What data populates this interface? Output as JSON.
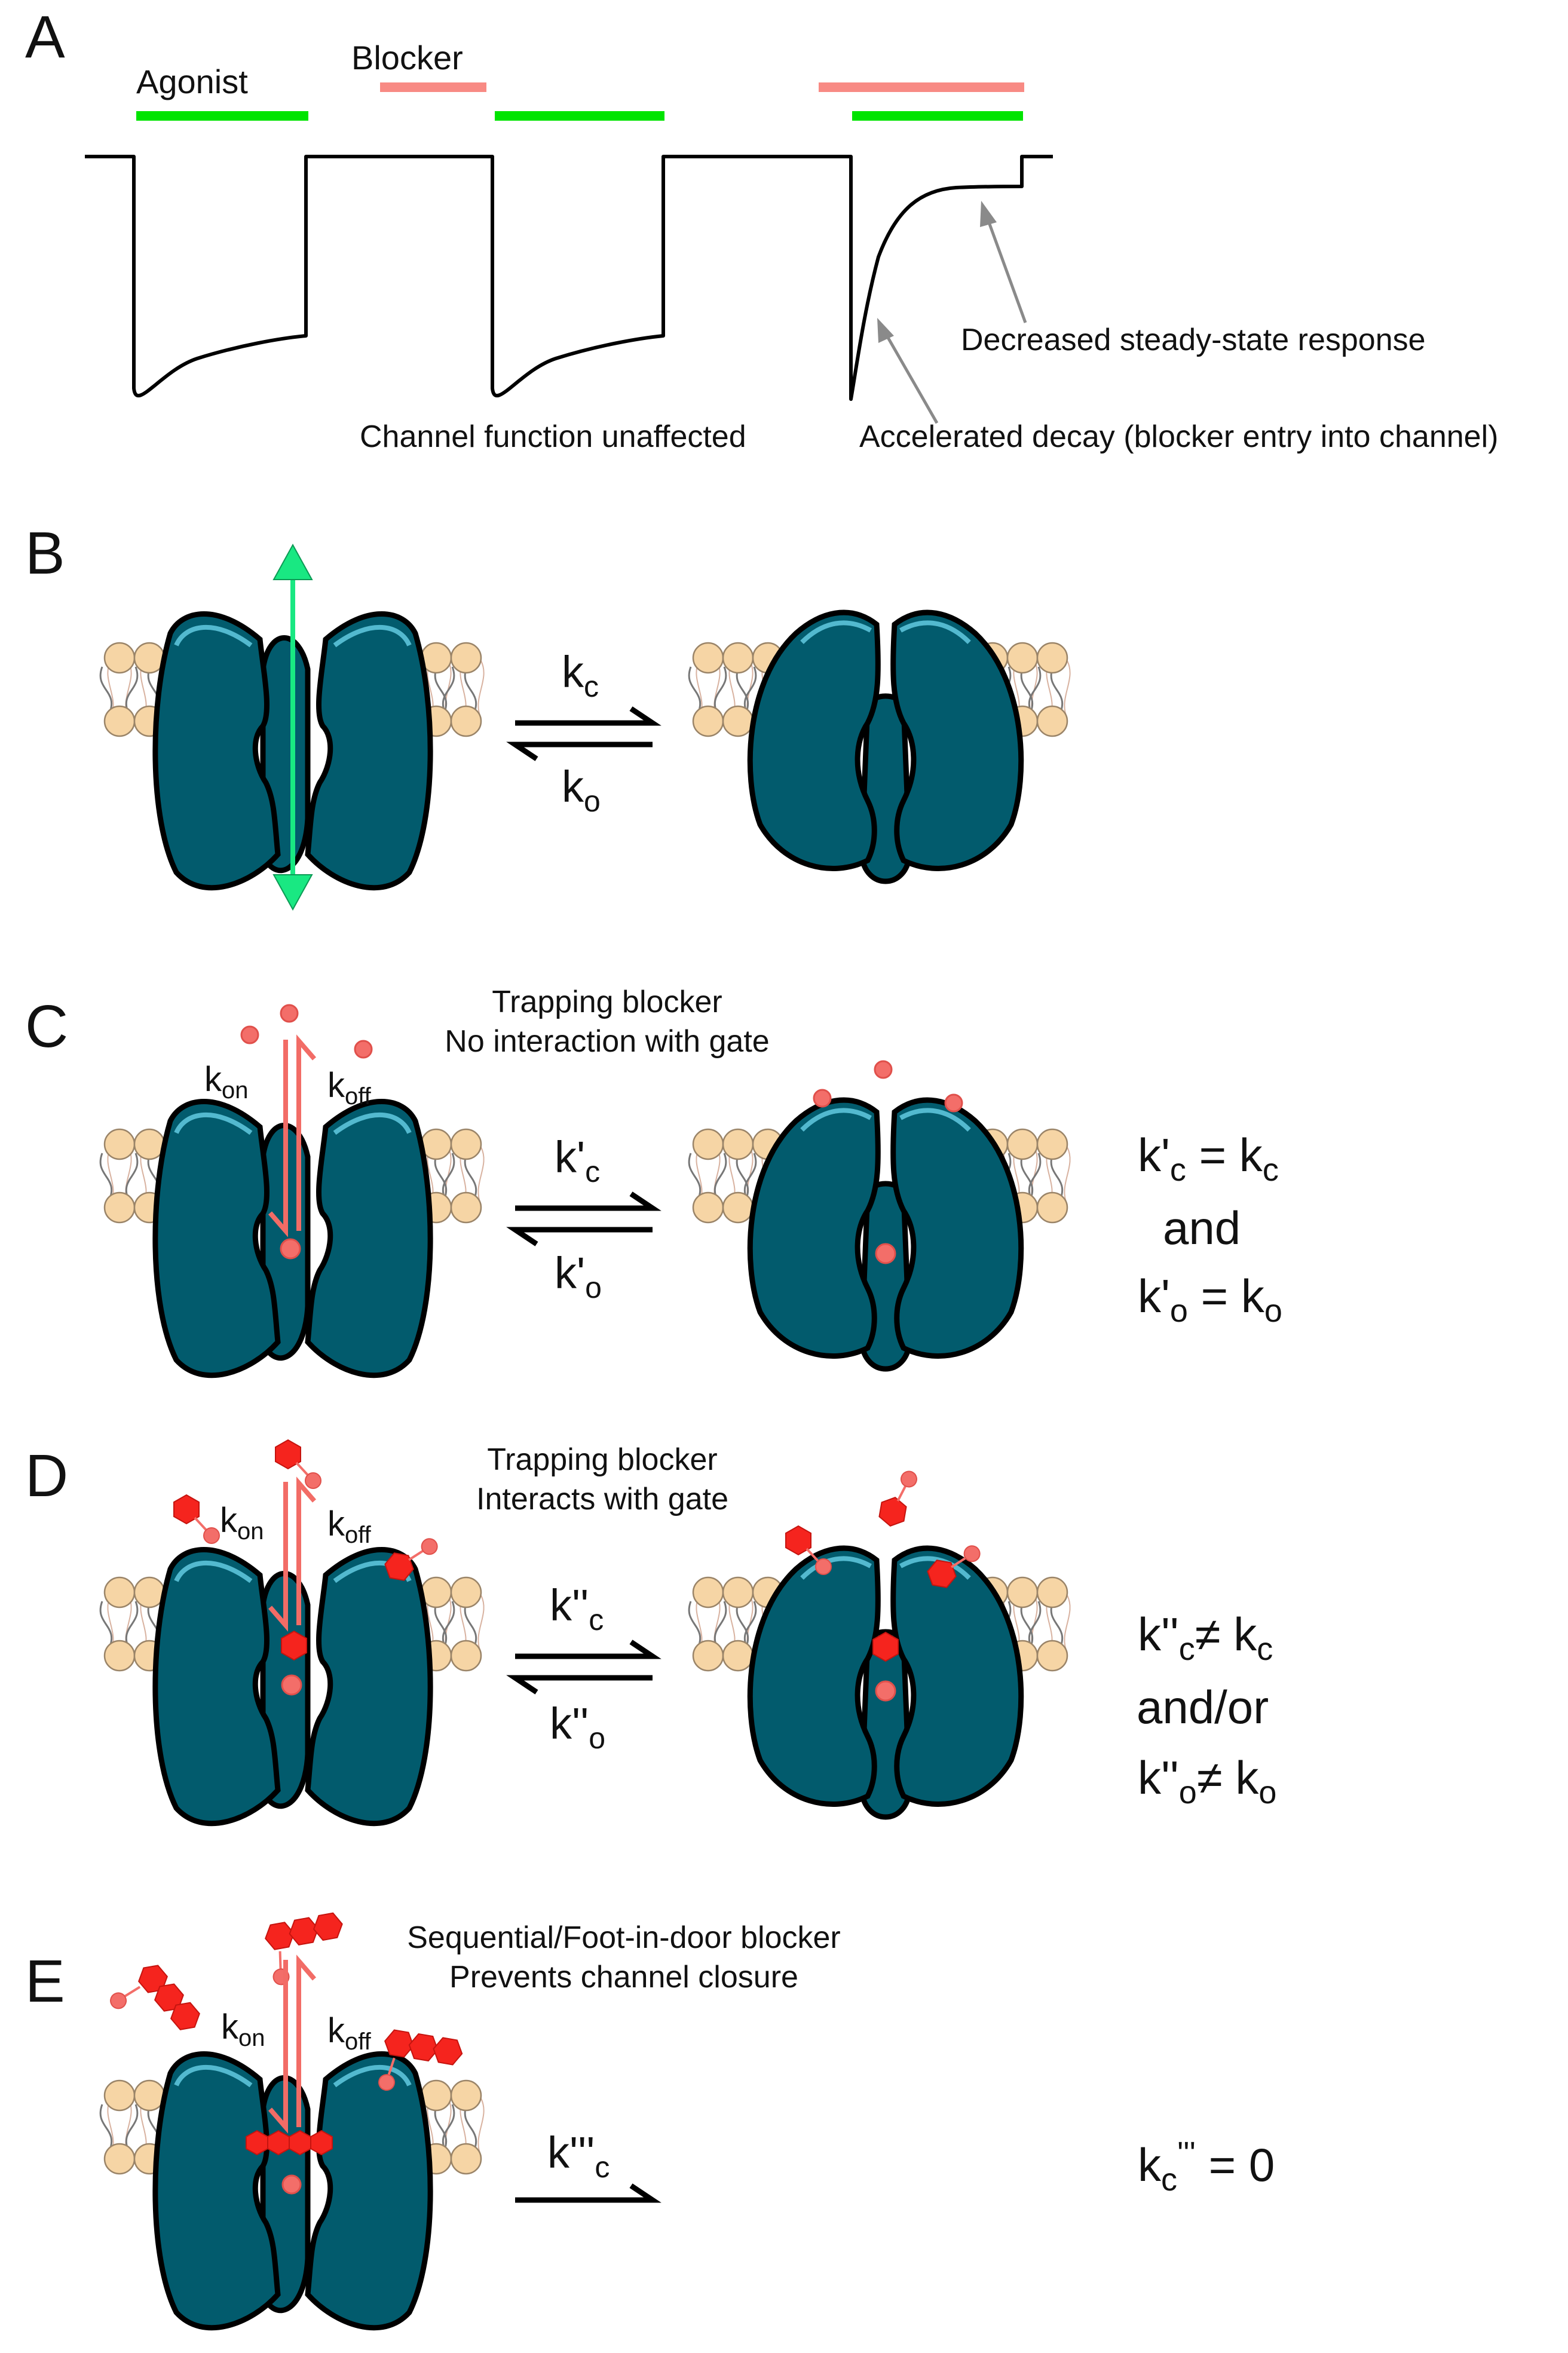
{
  "panels": {
    "A": {
      "letter": "A",
      "agonist_label": "Agonist",
      "blocker_label": "Blocker",
      "unaffected_label": "Channel function unaffected",
      "steady_state_label": "Decreased steady-state response",
      "decay_label": "Accelerated decay (blocker entry into channel)"
    },
    "B": {
      "letter": "B",
      "rate_forward": "k",
      "rate_forward_sub": "c",
      "rate_reverse": "k",
      "rate_reverse_sub": "o"
    },
    "C": {
      "letter": "C",
      "title_line1": "Trapping blocker",
      "title_line2": "No interaction with gate",
      "kon": "k",
      "kon_sub": "on",
      "koff": "k",
      "koff_sub": "off",
      "rate_forward": "k'",
      "rate_forward_sub": "c",
      "rate_reverse": "k'",
      "rate_reverse_sub": "o",
      "eq1_lhs": "k'",
      "eq1_lhs_sub": "c",
      "eq1_rhs": " = k",
      "eq1_rhs_sub": "c",
      "conj": "and",
      "eq2_lhs": "k'",
      "eq2_lhs_sub": "o",
      "eq2_rhs": " = k",
      "eq2_rhs_sub": "o"
    },
    "D": {
      "letter": "D",
      "title_line1": "Trapping blocker",
      "title_line2": "Interacts with gate",
      "kon": "k",
      "kon_sub": "on",
      "koff": "k",
      "koff_sub": "off",
      "rate_forward": "k''",
      "rate_forward_sub": "c",
      "rate_reverse": "k''",
      "rate_reverse_sub": "o",
      "eq1_lhs": "k''",
      "eq1_lhs_sub": "c",
      "eq1_rhs": "≠ k",
      "eq1_rhs_sub": "c",
      "conj": "and/or",
      "eq2_lhs": "k''",
      "eq2_lhs_sub": "o",
      "eq2_rhs": "≠ k",
      "eq2_rhs_sub": "o"
    },
    "E": {
      "letter": "E",
      "title_line1": "Sequential/Foot-in-door blocker",
      "title_line2": "Prevents channel closure",
      "kon": "k",
      "kon_sub": "on",
      "koff": "k",
      "koff_sub": "off",
      "rate_forward": "k'''",
      "rate_forward_sub": "c",
      "eq_lhs": "k",
      "eq_lhs_sub": "c",
      "eq_sup": "'''",
      "eq_rhs": " = 0"
    }
  },
  "colors": {
    "agonist": "#00e400",
    "blocker": "#f88a84",
    "channel": "#025b6d",
    "channel_highlight": "#53b9cf",
    "lipid_head": "#f6d5a5",
    "ion_flux": "#19e882",
    "blocker_molecule": "#f5241e",
    "blocker_ion": "#f36e69",
    "kinetic_arrow": "#f26c66"
  },
  "icons": [
    "ion-flux-arrow",
    "lipid-bilayer",
    "ion-channel-open",
    "ion-channel-closed",
    "blocker-molecule",
    "equilibrium-arrows"
  ]
}
